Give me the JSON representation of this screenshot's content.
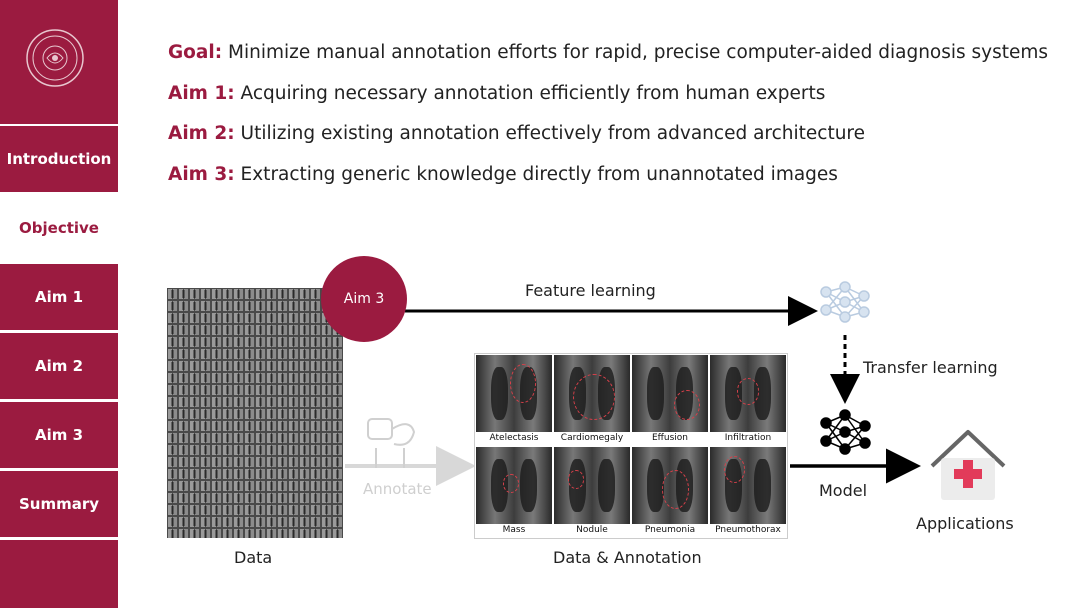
{
  "sidebar": {
    "logo": "university-seal",
    "items": [
      {
        "label": "Introduction",
        "active": false
      },
      {
        "label": "Objective",
        "active": true
      },
      {
        "label": "Aim 1",
        "active": false
      },
      {
        "label": "Aim 2",
        "active": false
      },
      {
        "label": "Aim 3",
        "active": false
      },
      {
        "label": "Summary",
        "active": false
      }
    ]
  },
  "objectives": {
    "goal": {
      "key": "Goal:",
      "text": "Minimize manual annotation efforts for rapid, precise computer-aided diagnosis systems"
    },
    "aim1": {
      "key": "Aim 1:",
      "text": "Acquiring necessary annotation efficiently from human experts"
    },
    "aim2": {
      "key": "Aim 2:",
      "text": "Utilizing existing annotation effectively from advanced architecture"
    },
    "aim3": {
      "key": "Aim 3:",
      "text": "Extracting generic knowledge directly from unannotated images"
    }
  },
  "diagram": {
    "aim3_circle": "Aim 3",
    "feature_learning": "Feature learning",
    "transfer_learning": "Transfer learning",
    "annotate": "Annotate",
    "model": "Model",
    "applications": "Applications",
    "data": "Data",
    "data_annotation": "Data & Annotation",
    "findings": [
      "Atelectasis",
      "Cardiomegaly",
      "Effusion",
      "Infiltration",
      "Mass",
      "Nodule",
      "Pneumonia",
      "Pneumothorax"
    ]
  },
  "colors": {
    "accent": "#9b1b40",
    "roi": "#d6404a",
    "arrow": "#000000"
  }
}
